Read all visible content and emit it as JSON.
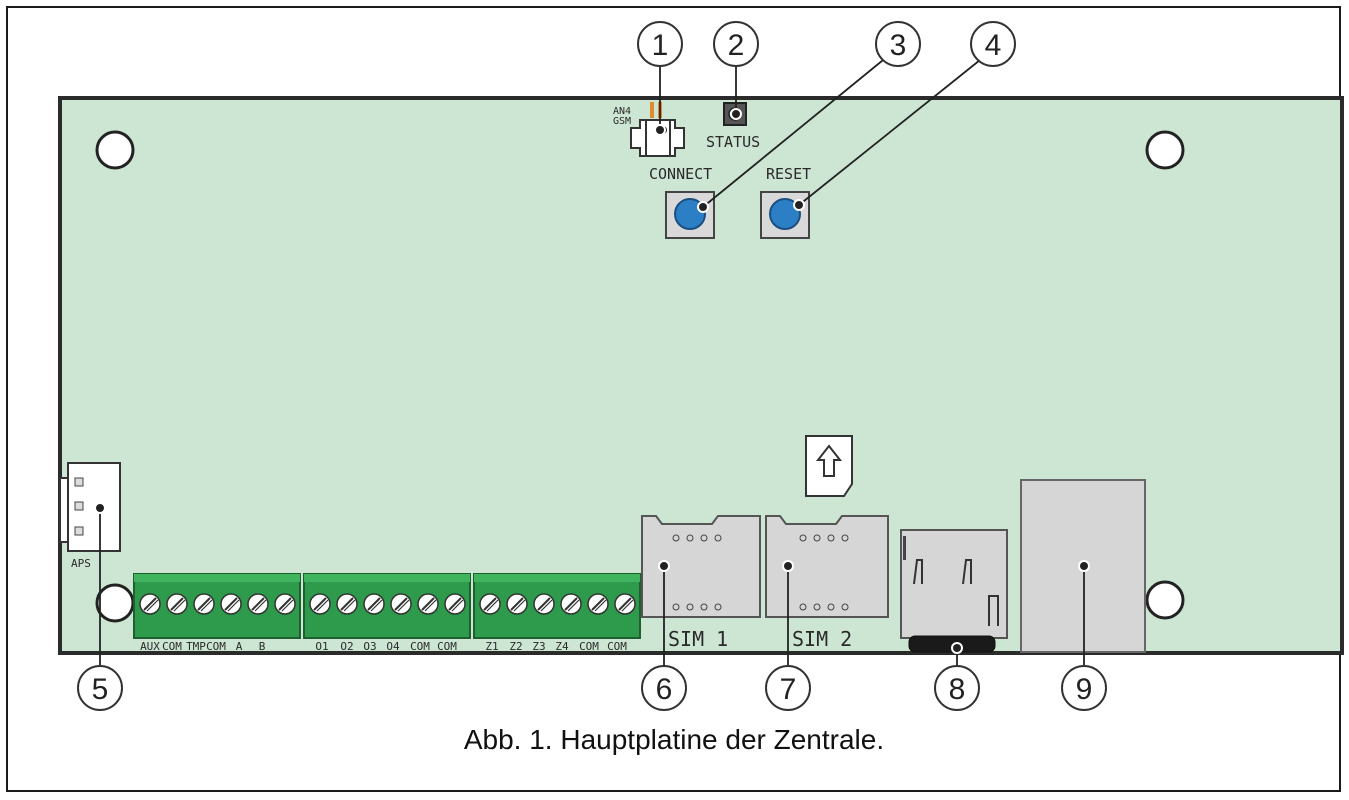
{
  "figure": {
    "caption": "Abb. 1. Hauptplatine der Zentrale."
  },
  "board": {
    "antenna_label_line1": "AN4",
    "antenna_label_line2": "GSM",
    "status_label": "STATUS",
    "connect_label": "CONNECT",
    "reset_label": "RESET",
    "aps_label": "APS",
    "sim1_label": "SIM 1",
    "sim2_label": "SIM 2",
    "terminal_block_1": [
      "AUX",
      "COM",
      "TMP",
      "COM",
      "A",
      "B"
    ],
    "terminal_block_2": [
      "O1",
      "O2",
      "O3",
      "O4",
      "COM",
      "COM"
    ],
    "terminal_block_3": [
      "Z1",
      "Z2",
      "Z3",
      "Z4",
      "COM",
      "COM"
    ]
  },
  "callouts": [
    "1",
    "2",
    "3",
    "4",
    "5",
    "6",
    "7",
    "8",
    "9"
  ],
  "colors": {
    "board_fill": "#cde6d3",
    "board_border": "#2b2b2b",
    "terminal_green": "#2e9a4c",
    "button_blue": "#2c7fc4",
    "connector_grey": "#d9d9d9"
  }
}
